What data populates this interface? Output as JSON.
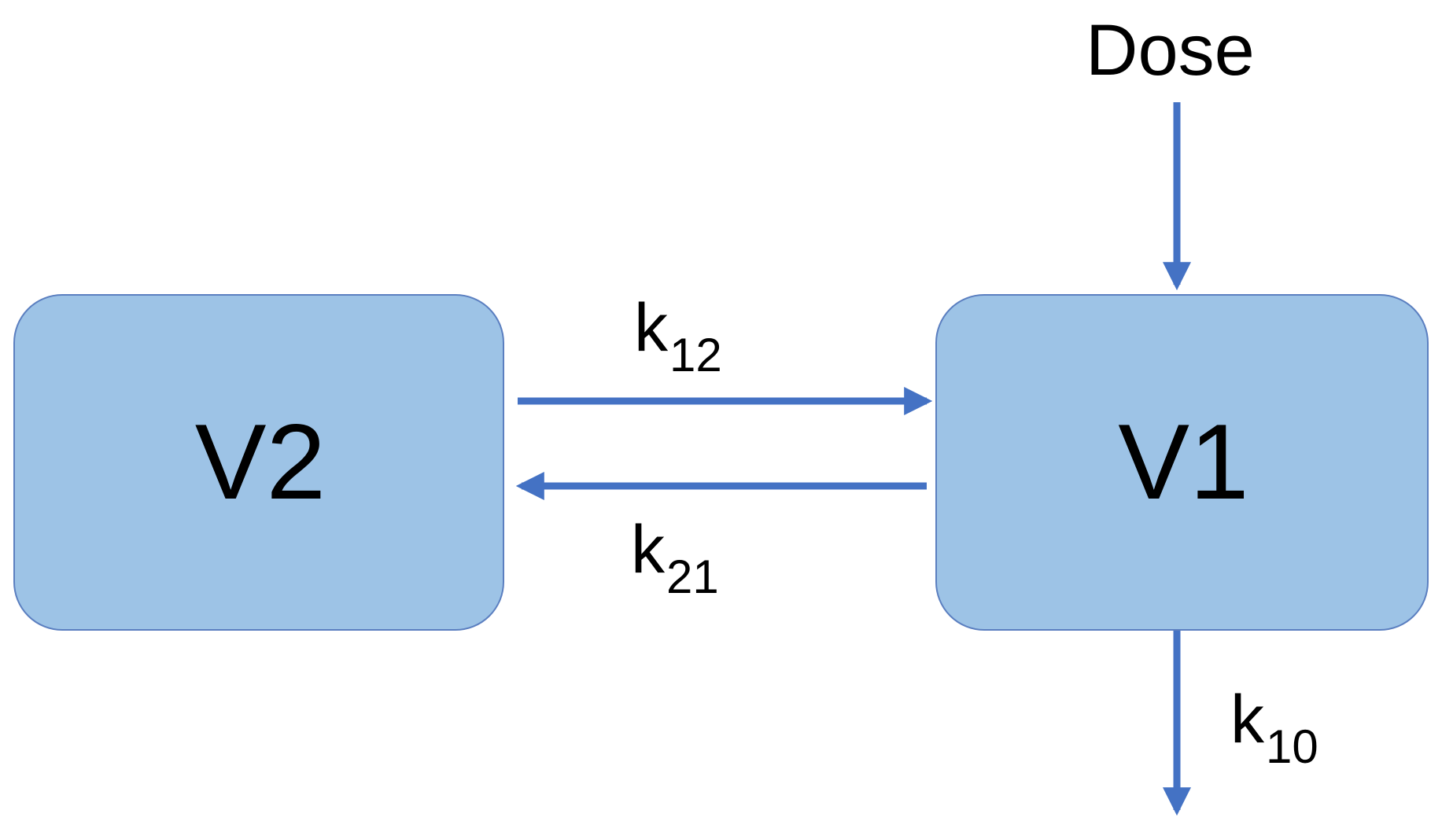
{
  "colors": {
    "box_fill": "#9dc3e6",
    "box_border": "#5b7fc0",
    "arrow": "#4472c4",
    "text": "#000000"
  },
  "compartments": {
    "v2": {
      "label": "V2"
    },
    "v1": {
      "label": "V1"
    }
  },
  "input": {
    "label": "Dose"
  },
  "rates": {
    "k12": {
      "symbol": "k",
      "subscript": "12"
    },
    "k21": {
      "symbol": "k",
      "subscript": "21"
    },
    "k10": {
      "symbol": "k",
      "subscript": "10"
    }
  }
}
